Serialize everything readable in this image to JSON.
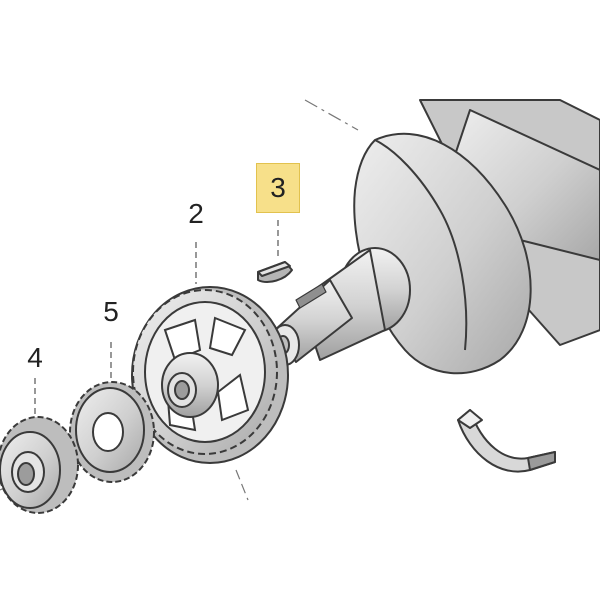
{
  "callouts": {
    "part_2": "2",
    "part_3": "3",
    "part_4": "4",
    "part_5": "5"
  },
  "highlighted_part": "3",
  "colors": {
    "metal_light": "#dcdcdc",
    "metal_mid": "#c4c4c4",
    "metal_dark": "#9a9a9a",
    "outline": "#3a3a3a",
    "highlight": "#f7e08a"
  }
}
